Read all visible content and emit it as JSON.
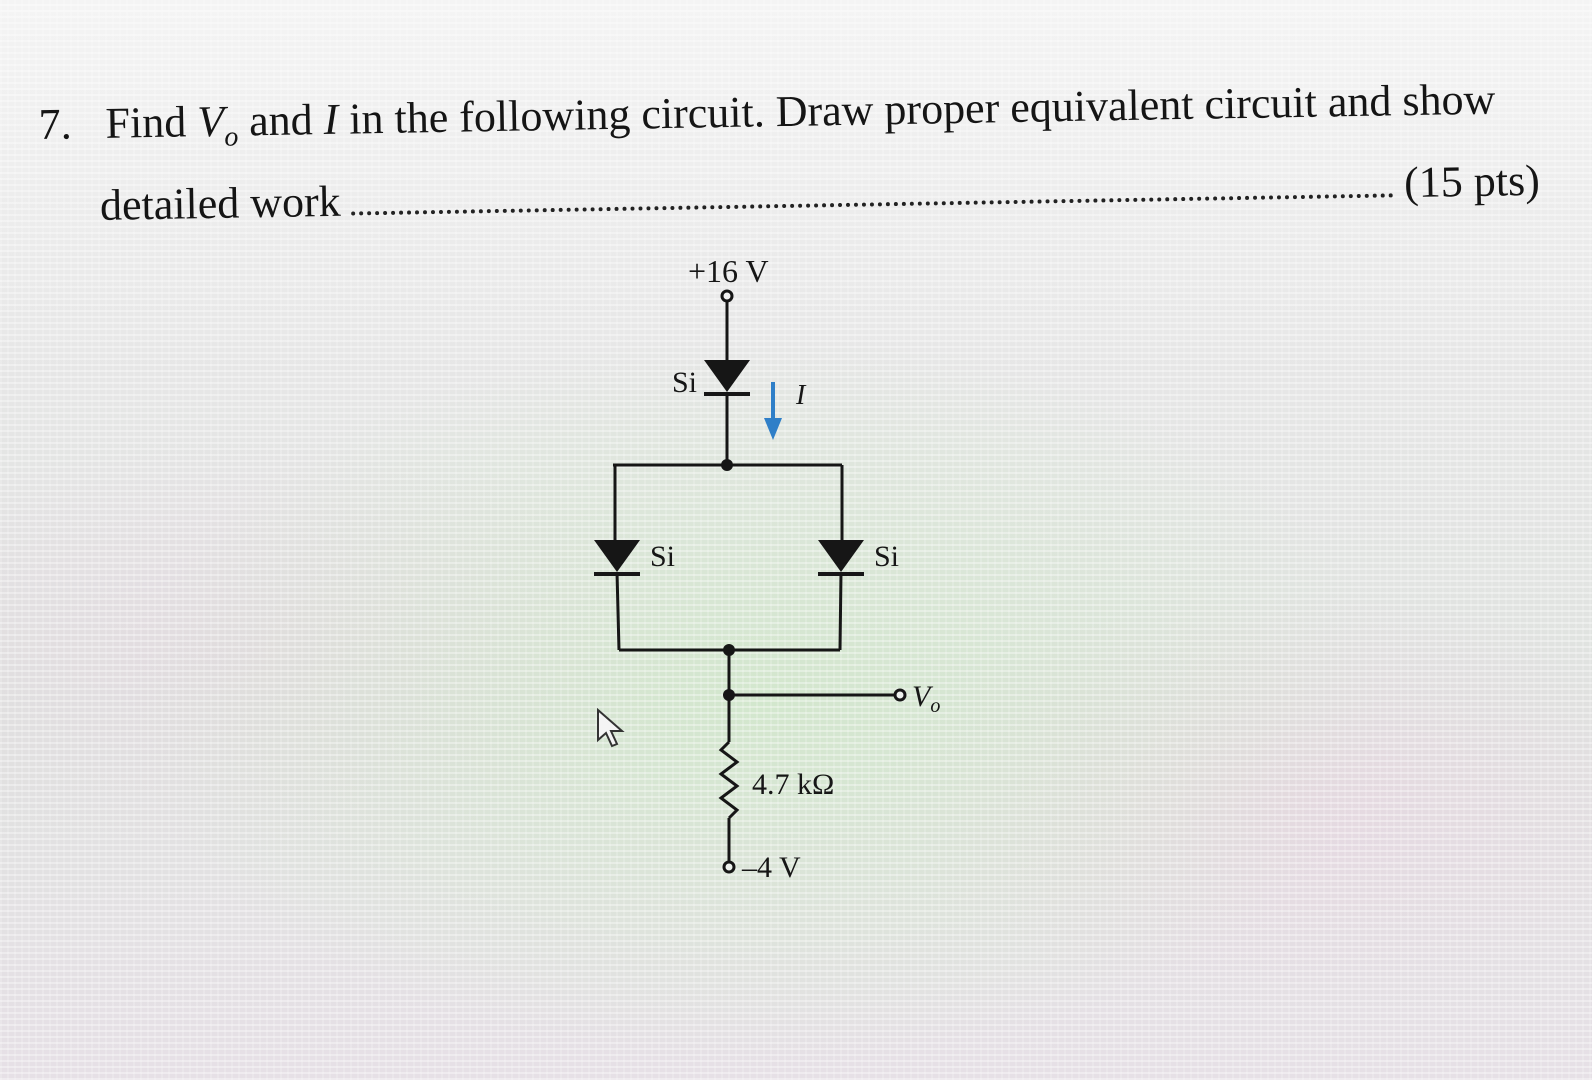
{
  "question": {
    "number": "7.",
    "text_before_v": "Find",
    "v_symbol": "V",
    "v_subscript": "o",
    "text_and": "and",
    "i_symbol": "I",
    "text_rest": "in the following circuit. Draw proper equivalent circuit and show",
    "line2_text": "detailed work",
    "points": "(15 pts)"
  },
  "circuit": {
    "supply_label": "+16 V",
    "diode_top_label": "Si",
    "diode_left_label": "Si",
    "diode_right_label": "Si",
    "current_label": "I",
    "output_label": "V",
    "output_subscript": "o",
    "resistor_label": "4.7 kΩ",
    "negative_supply_label": "–4 V",
    "colors": {
      "wire": "#161616",
      "current_arrow": "#2f7fc8"
    }
  },
  "cursor": {
    "icon": "mouse-pointer-icon"
  }
}
